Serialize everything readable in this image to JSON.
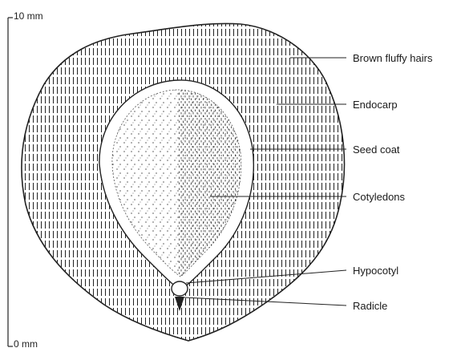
{
  "scale": {
    "top_label": "10 mm",
    "bottom_label": "0 mm"
  },
  "labels": [
    {
      "id": "brown-fluffy-hairs",
      "text": "Brown fluffy hairs"
    },
    {
      "id": "endocarp",
      "text": "Endocarp"
    },
    {
      "id": "seed-coat",
      "text": "Seed coat"
    },
    {
      "id": "cotyledons",
      "text": "Cotyledons"
    },
    {
      "id": "hypocotyl",
      "text": "Hypocotyl"
    },
    {
      "id": "radicle",
      "text": "Radicle"
    }
  ],
  "colors": {
    "ink": "#1a1a1a",
    "paper": "#ffffff"
  }
}
